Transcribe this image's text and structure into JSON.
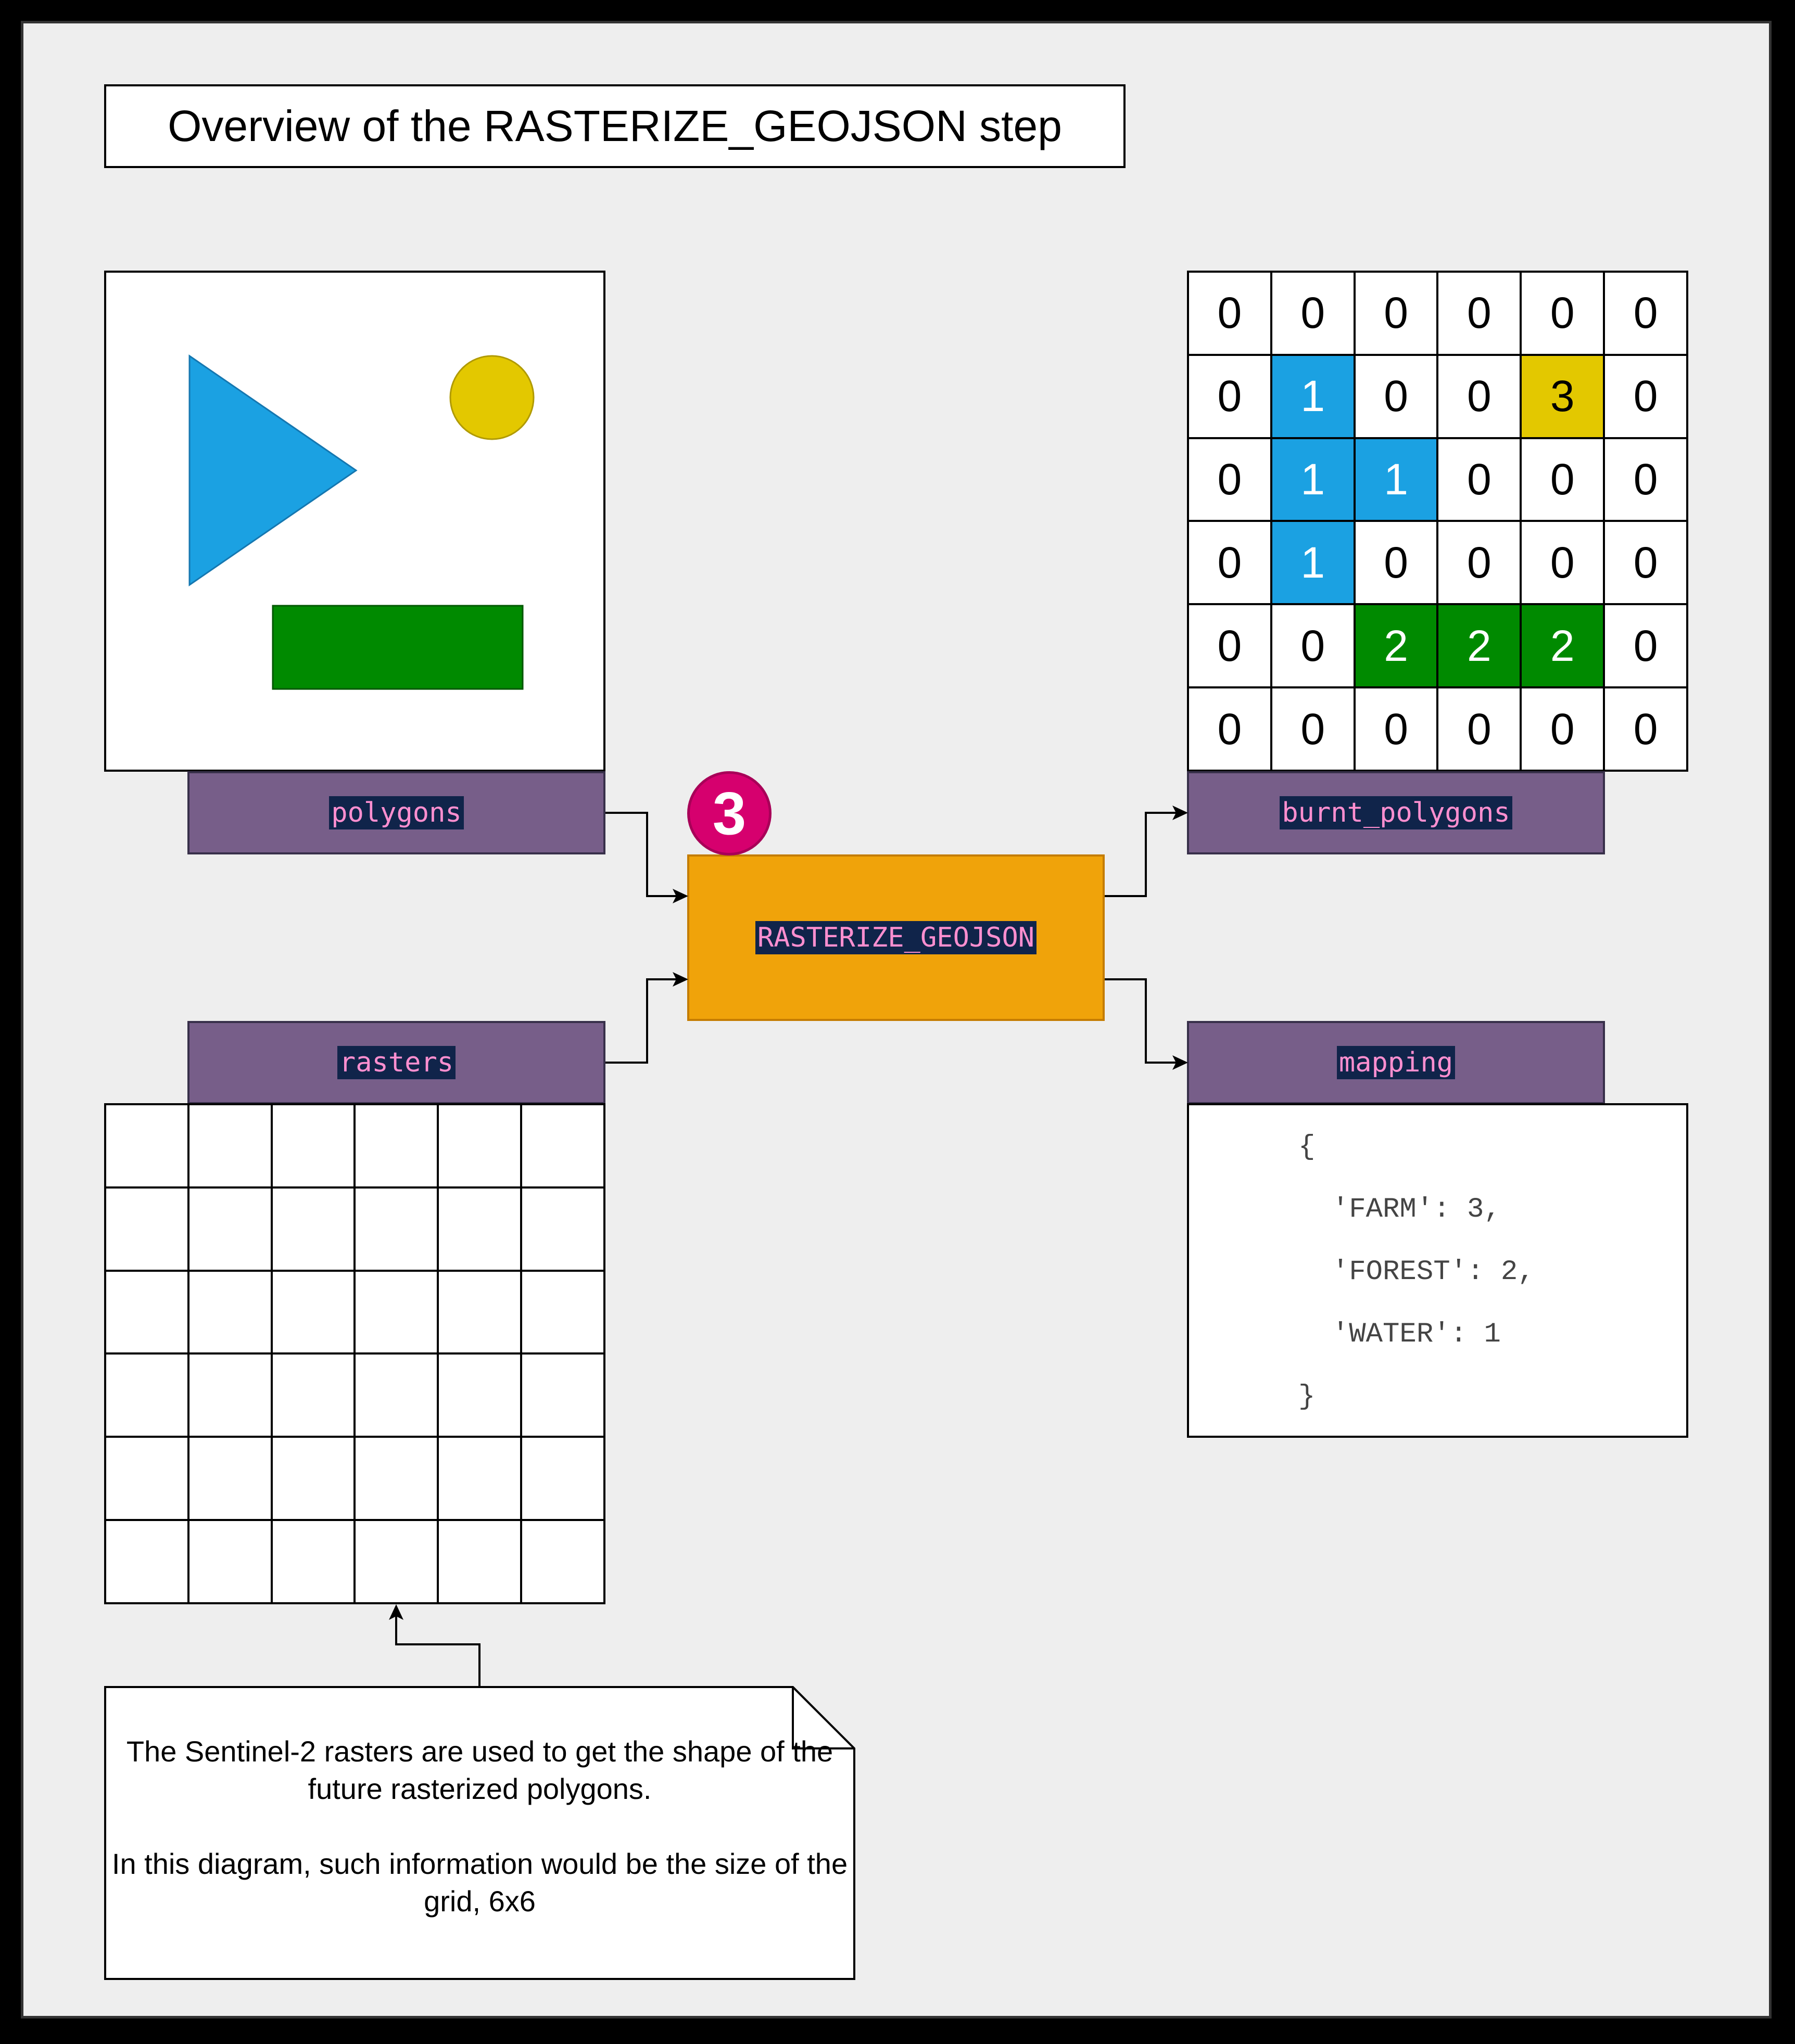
{
  "title": "Overview of the RASTERIZE_GEOJSON step",
  "inputs": {
    "polygons_label": "polygons",
    "rasters_label": "rasters"
  },
  "step": {
    "label": "RASTERIZE_GEOJSON",
    "number": "3"
  },
  "outputs": {
    "burnt_polygons_label": "burnt_polygons",
    "mapping_label": "mapping"
  },
  "burnt_grid": [
    [
      "0",
      "0",
      "0",
      "0",
      "0",
      "0"
    ],
    [
      "0",
      "1",
      "0",
      "0",
      "3",
      "0"
    ],
    [
      "0",
      "1",
      "1",
      "0",
      "0",
      "0"
    ],
    [
      "0",
      "1",
      "0",
      "0",
      "0",
      "0"
    ],
    [
      "0",
      "0",
      "2",
      "2",
      "2",
      "0"
    ],
    [
      "0",
      "0",
      "0",
      "0",
      "0",
      "0"
    ]
  ],
  "class_colors": {
    "1": "#1ba1e2",
    "2": "#008a00",
    "3": "#e3c800"
  },
  "shape_colors": {
    "triangle": "#1ba1e2",
    "circle": "#e3c800",
    "rectangle": "#008a00"
  },
  "mapping_lines": [
    "{",
    "  'FARM': 3,",
    "  'FOREST': 2,",
    "  'WATER': 1",
    "}"
  ],
  "note": {
    "line1": "The Sentinel-2 rasters are used to get the shape of the future rasterized polygons.",
    "line2": "In this diagram, such information would be the size of the grid, 6x6"
  },
  "colors": {
    "tab_fill": "#775e89",
    "step_fill": "#f0a30a",
    "badge_fill": "#d6006e"
  }
}
